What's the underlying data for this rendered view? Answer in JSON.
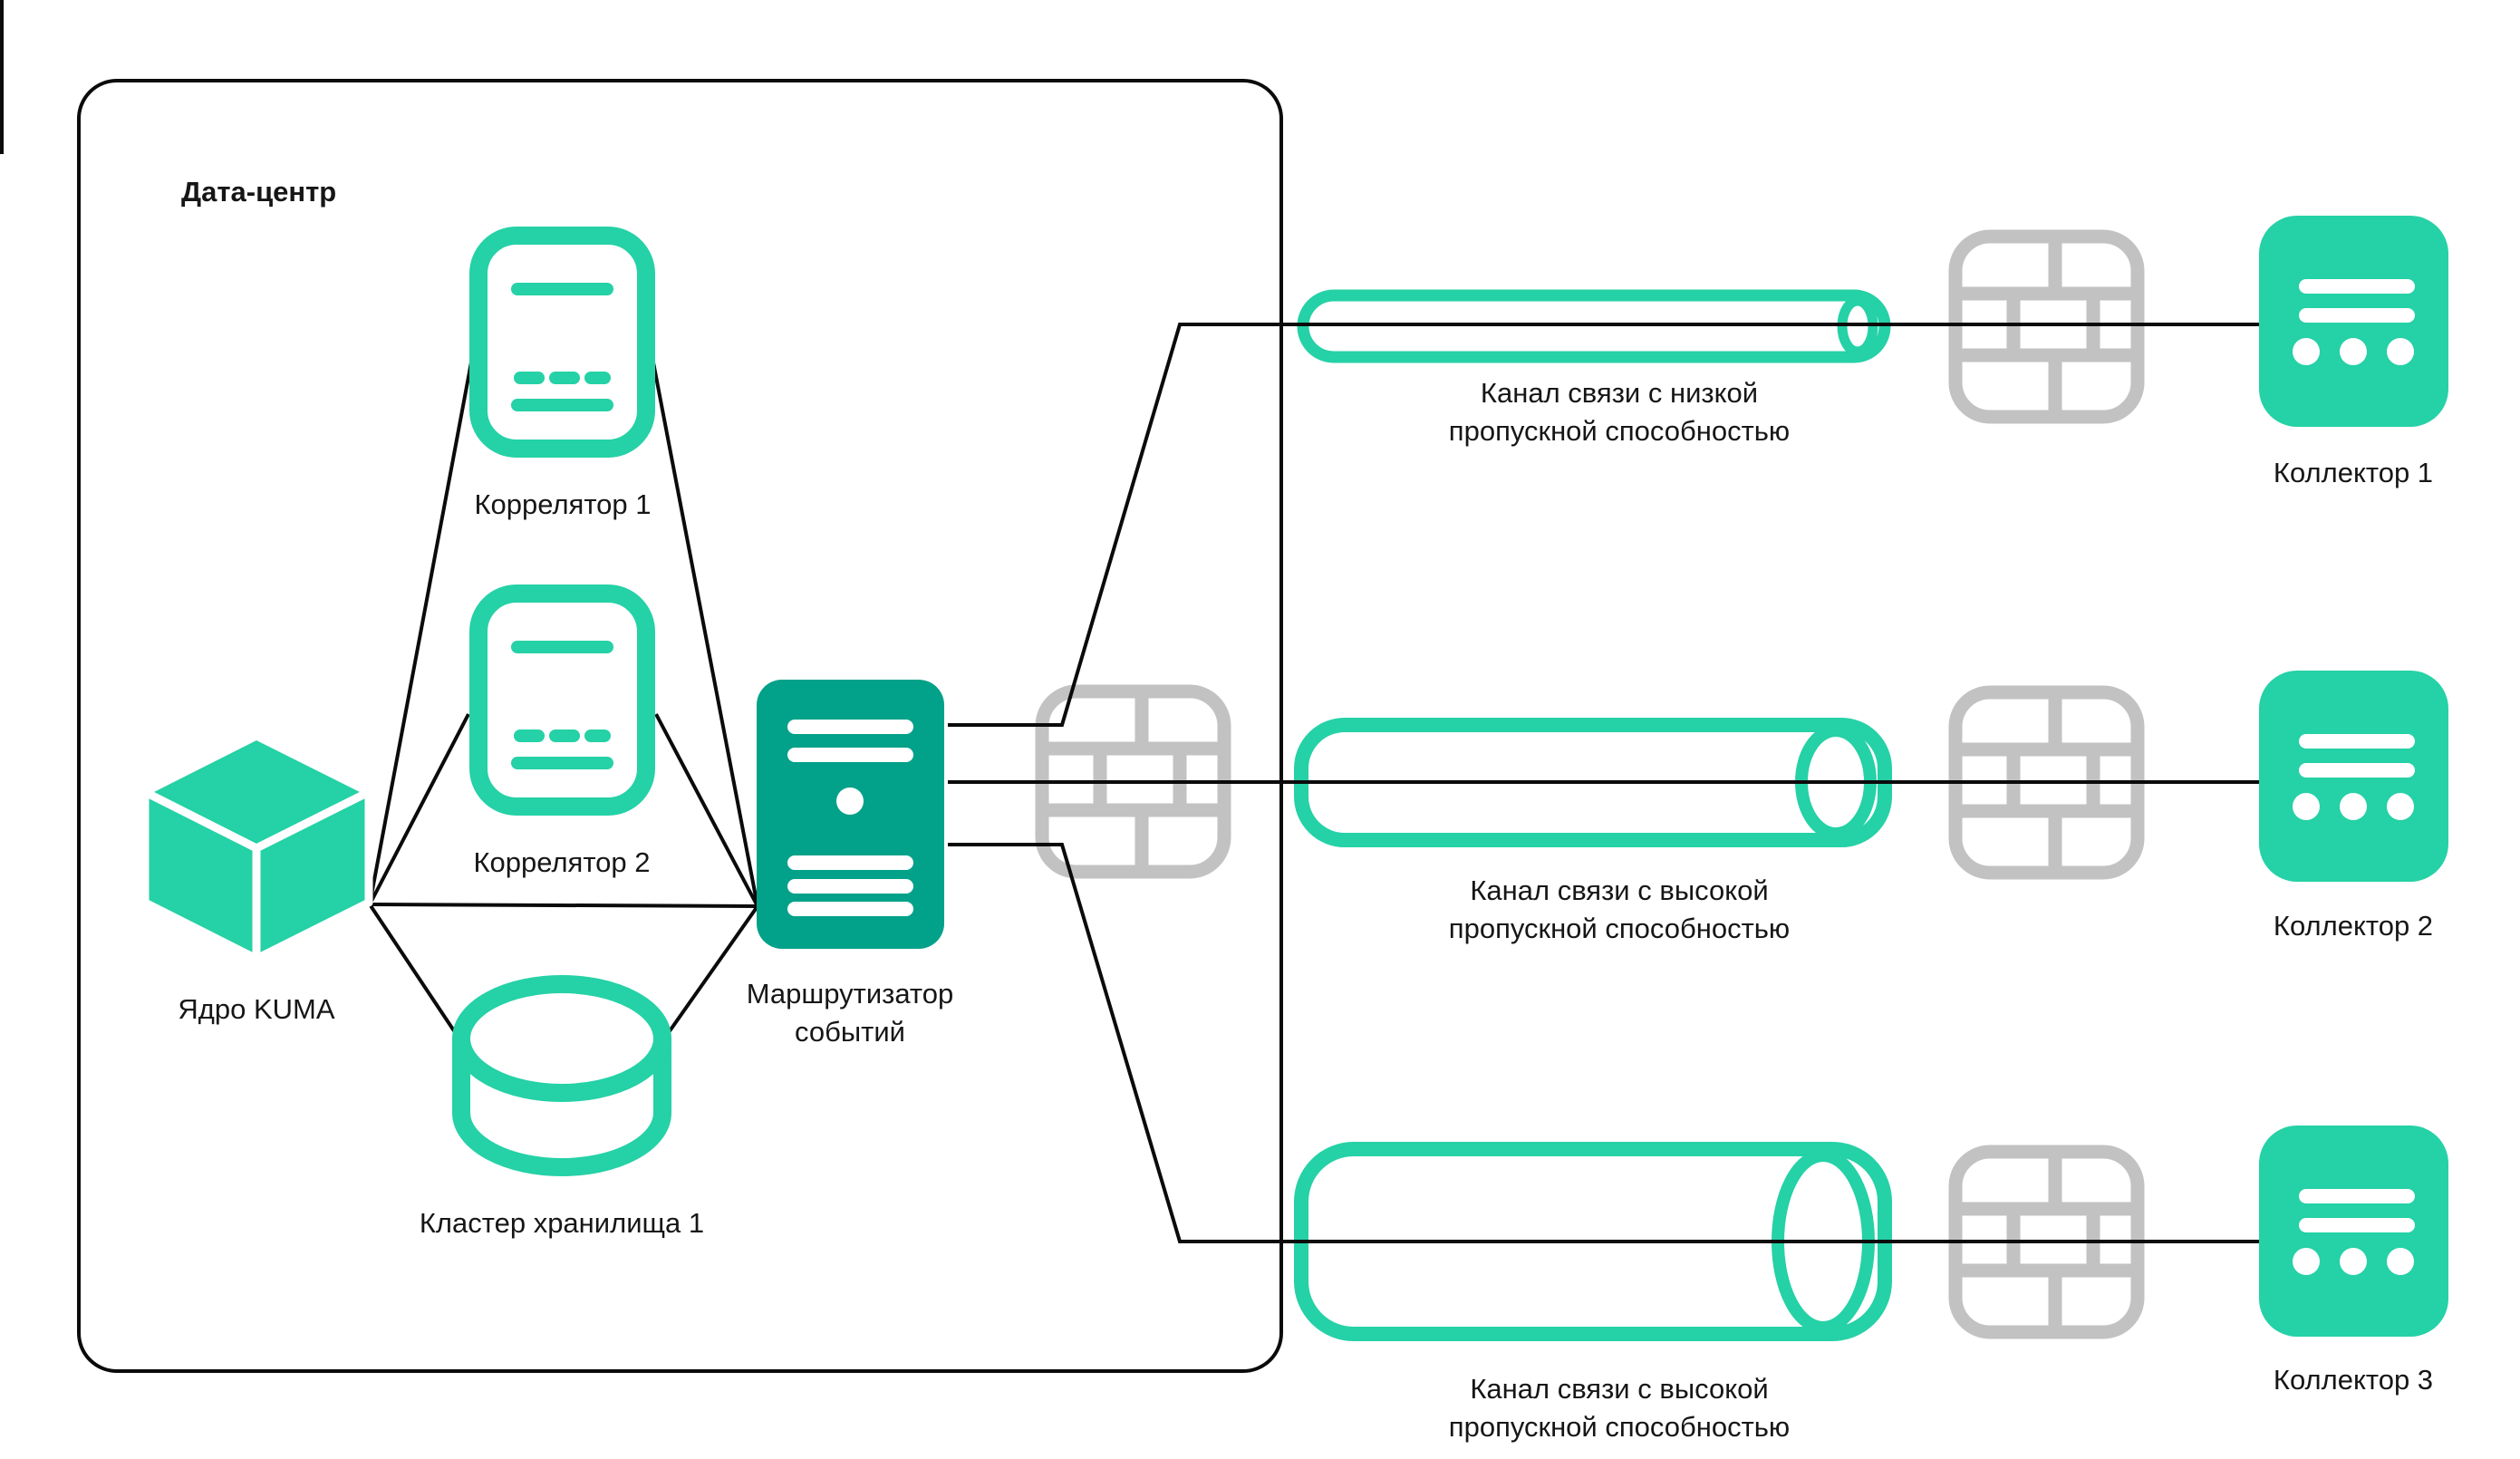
{
  "datacenter": {
    "label": "Дата-центр",
    "nodes": {
      "core": {
        "label": "Ядро KUMA"
      },
      "correlator1": {
        "label": "Коррелятор 1"
      },
      "correlator2": {
        "label": "Коррелятор 2"
      },
      "storage": {
        "label": "Кластер хранилища 1"
      },
      "router": {
        "label_line1": "Маршрутизатор",
        "label_line2": "событий"
      }
    }
  },
  "channels": {
    "low": {
      "line1": "Канал связи с низкой",
      "line2": "пропускной способностью"
    },
    "high_middle": {
      "line1": "Канал связи с высокой",
      "line2": "пропускной способностью"
    },
    "high_bottom": {
      "line1": "Канал связи с высокой",
      "line2": "пропускной способностью"
    }
  },
  "collectors": {
    "collector1": {
      "label": "Коллектор 1"
    },
    "collector2": {
      "label": "Коллектор 2"
    },
    "collector3": {
      "label": "Коллектор 3"
    }
  },
  "colors": {
    "green": "#25d1a6",
    "teal": "#02a189",
    "gray": "#c2c2c2",
    "line": "#0b0b0b"
  }
}
